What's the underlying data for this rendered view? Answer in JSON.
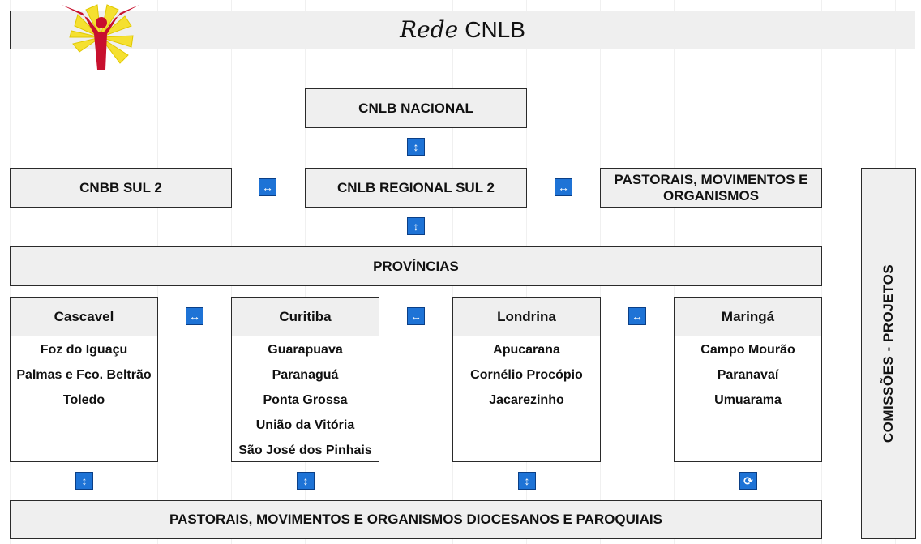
{
  "title": {
    "script_word": "Rede",
    "main_word": "CNLB"
  },
  "logo": {
    "name": "cnlb-logo",
    "colors": {
      "rays": "#f5e030",
      "figure": "#c8102e"
    }
  },
  "nodes": {
    "nacional": "CNLB NACIONAL",
    "cnbb": "CNBB SUL 2",
    "regional": "CNLB REGIONAL SUL 2",
    "pastorais_top": "PASTORAIS, MOVIMENTOS E ORGANISMOS",
    "provincias": "PROVÍNCIAS",
    "bottom": "PASTORAIS, MOVIMENTOS E ORGANISMOS DIOCESANOS E PAROQUIAIS",
    "side": "COMISSÕES - PROJETOS"
  },
  "provinces": [
    {
      "name": "Cascavel",
      "dioceses": [
        "Foz do Iguaçu",
        "Palmas e Fco. Beltrão",
        "Toledo"
      ]
    },
    {
      "name": "Curitiba",
      "dioceses": [
        "Guarapuava",
        "Paranaguá",
        "Ponta Grossa",
        "União da Vitória",
        "São José dos Pinhais"
      ]
    },
    {
      "name": "Londrina",
      "dioceses": [
        "Apucarana",
        "Cornélio Procópio",
        "Jacarezinho"
      ]
    },
    {
      "name": "Maringá",
      "dioceses": [
        "Campo Mourão",
        "Paranavaí",
        "Umuarama"
      ]
    }
  ],
  "arrows": {
    "vertical": "↕",
    "horizontal": "↔",
    "cycle": "⟳"
  },
  "colors": {
    "arrow_bg": "#1e73d6",
    "box_bg": "#efefef",
    "border": "#2a2a2a"
  }
}
